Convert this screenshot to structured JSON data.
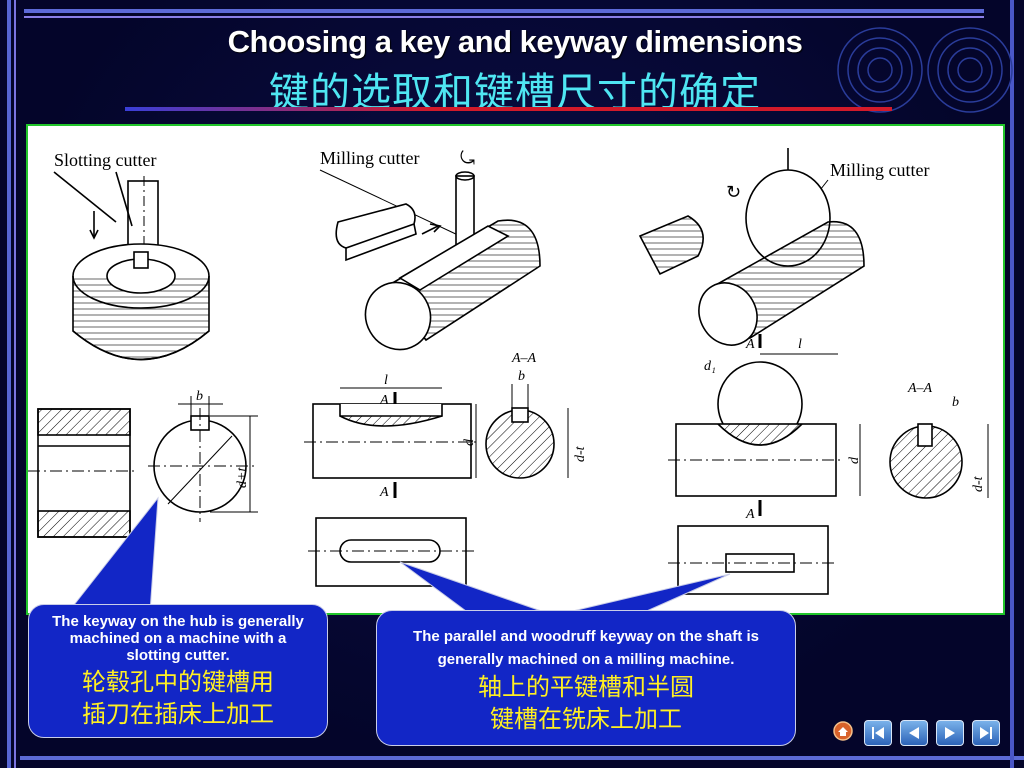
{
  "slide": {
    "title_en": "Choosing a key and keyway dimensions",
    "title_zh": "键的选取和键槽尺寸的确定"
  },
  "figure": {
    "labels": {
      "slotting_cutter": "Slotting cutter",
      "milling_cutter_1": "Milling cutter",
      "milling_cutter_2": "Milling cutter"
    },
    "dims": {
      "b1": "b",
      "d_plus_t": "d+t",
      "l1": "l",
      "A1_top": "A",
      "A1_bottom": "A",
      "section1": "A–A",
      "b2": "b",
      "d1": "d",
      "d_minus_t1": "d-t",
      "A2_top": "A",
      "l2": "l",
      "d1_sub": "d₁",
      "d2": "d",
      "A2_bottom": "A",
      "section2": "A–A",
      "b3": "b",
      "d_minus_t2": "d-t"
    }
  },
  "callouts": {
    "hub": {
      "en": "The keyway on the hub is generally machined on a machine with a slotting cutter.",
      "zh_line1": "轮毂孔中的键槽用",
      "zh_line2": "插刀在插床上加工"
    },
    "shaft": {
      "en": "The parallel and woodruff keyway on the shaft is generally machined on a milling machine.",
      "zh_line1": "轴上的平键槽和半圆",
      "zh_line2": "键槽在铣床上加工"
    }
  },
  "navigation": {
    "buttons": [
      "home-icon",
      "first-slide-icon",
      "previous-slide-icon",
      "next-slide-icon",
      "last-slide-icon"
    ]
  },
  "colors": {
    "background": "#04052a",
    "title_zh": "#4fe6f2",
    "callout_fill": "#1226c6",
    "callout_zh_text": "#ffef22",
    "figure_border": "#21c52a"
  }
}
